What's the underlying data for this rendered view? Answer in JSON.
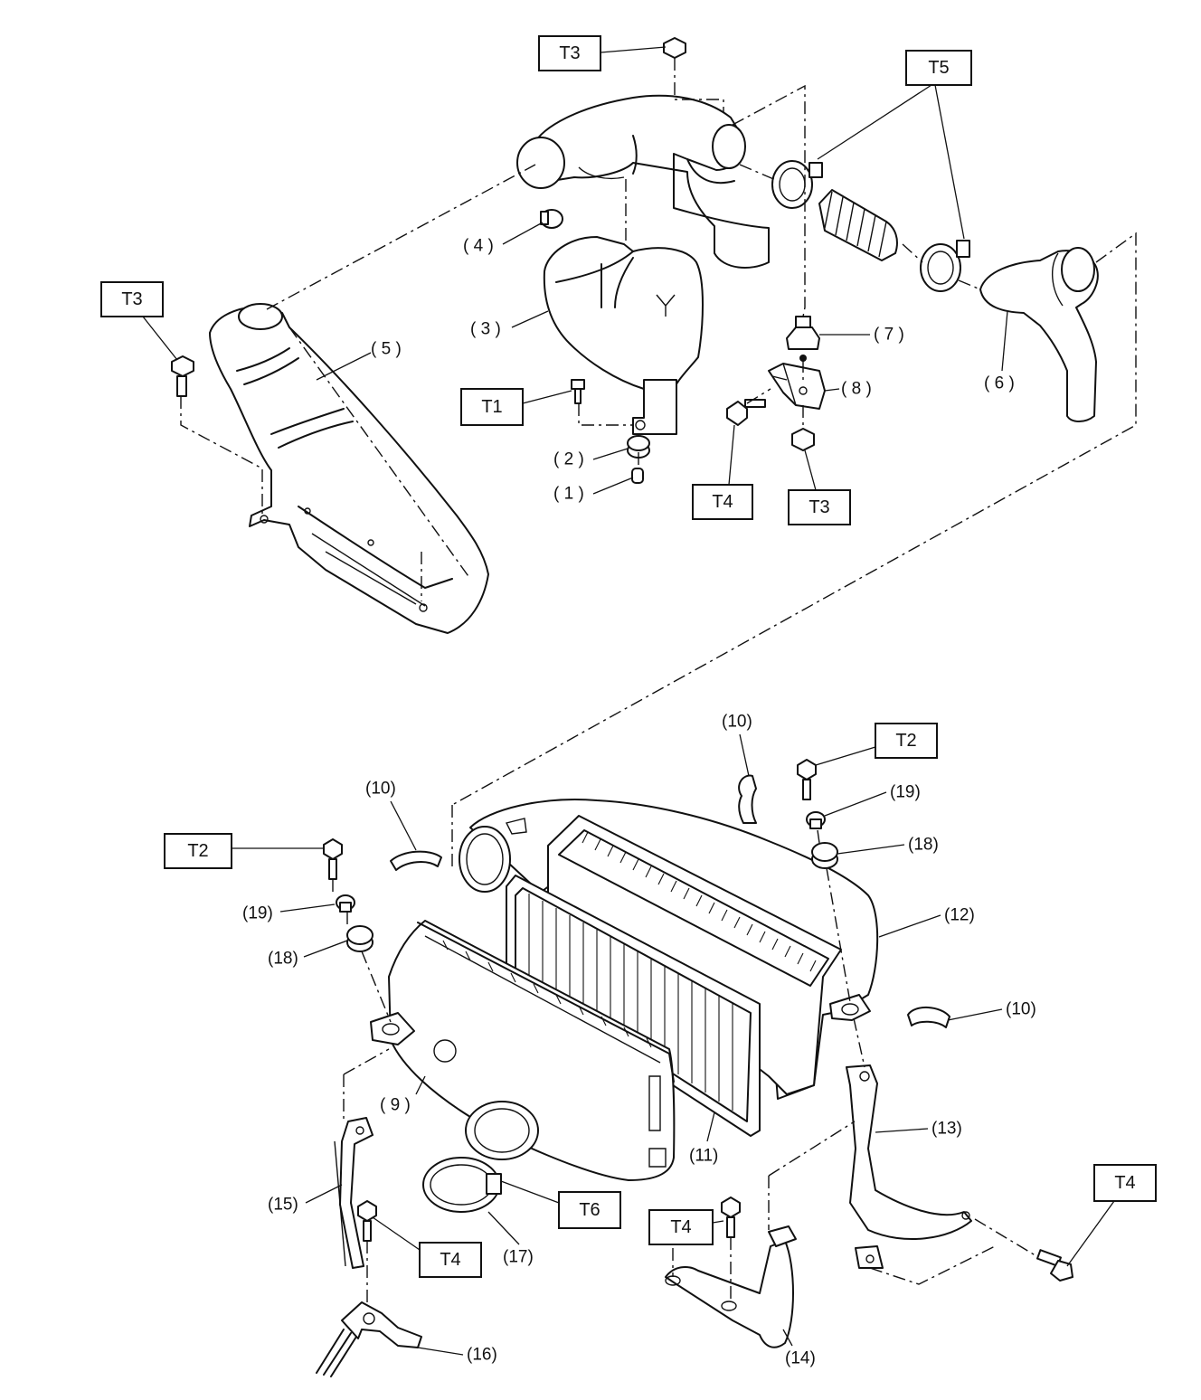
{
  "callouts": {
    "p1": "( 1 )",
    "p2": "( 2 )",
    "p3": "( 3 )",
    "p4": "( 4 )",
    "p5": "( 5 )",
    "p6": "( 6 )",
    "p7": "( 7 )",
    "p8": "( 8 )",
    "p9": "( 9 )",
    "p10a": "(10)",
    "p10b": "(10)",
    "p10c": "(10)",
    "p11": "(11)",
    "p12": "(12)",
    "p13": "(13)",
    "p14": "(14)",
    "p15": "(15)",
    "p16": "(16)",
    "p17": "(17)",
    "p18a": "(18)",
    "p18b": "(18)",
    "p19a": "(19)",
    "p19b": "(19)"
  },
  "torque_labels": {
    "t3_top": "T3",
    "t5": "T5",
    "t3_left": "T3",
    "t1": "T1",
    "t4_mid": "T4",
    "t3_mid": "T3",
    "t2_right": "T2",
    "t2_left": "T2",
    "t6": "T6",
    "t4_bl": "T4",
    "t4_bc": "T4",
    "t4_br": "T4"
  }
}
